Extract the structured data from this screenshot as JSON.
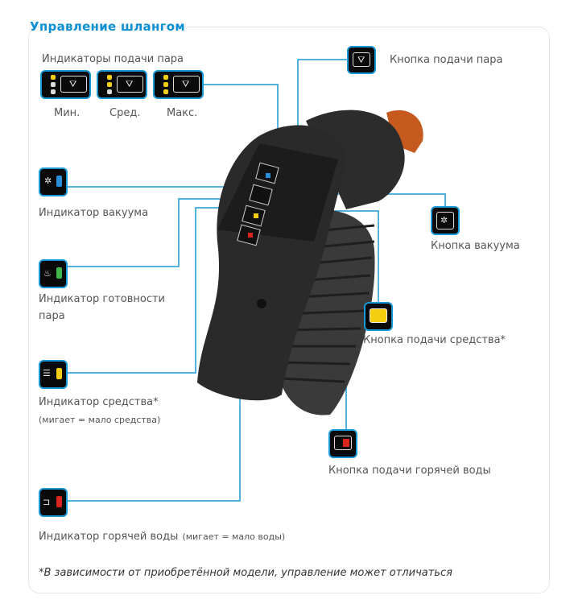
{
  "title": "Управление шлангом",
  "steam_indicators": {
    "label": "Индикаторы подачи пара",
    "levels": [
      "Мин.",
      "Сред.",
      "Макс."
    ]
  },
  "callouts": {
    "steam_button": "Кнопка подачи пара",
    "vacuum_indicator": "Индикатор вакуума",
    "steam_ready_line1": "Индикатор готовности",
    "steam_ready_line2": "пара",
    "vacuum_button": "Кнопка вакуума",
    "detergent_button": "Кнопка подачи средства*",
    "detergent_indicator": "Индикатор средства*",
    "detergent_indicator_note": "(мигает = мало средства)",
    "hot_water_button": "Кнопка подачи горячей воды",
    "hot_water_indicator": "Индикатор горячей воды",
    "hot_water_indicator_note": "(мигает = мало воды)"
  },
  "footnote": "*В зависимости от приобретённой модели, управление может отличаться",
  "colors": {
    "accent": "#1898d6",
    "vacuum": "#2a8fd8",
    "ready": "#3fb54a",
    "detergent": "#f3cf10",
    "hot_water": "#d8251f"
  }
}
